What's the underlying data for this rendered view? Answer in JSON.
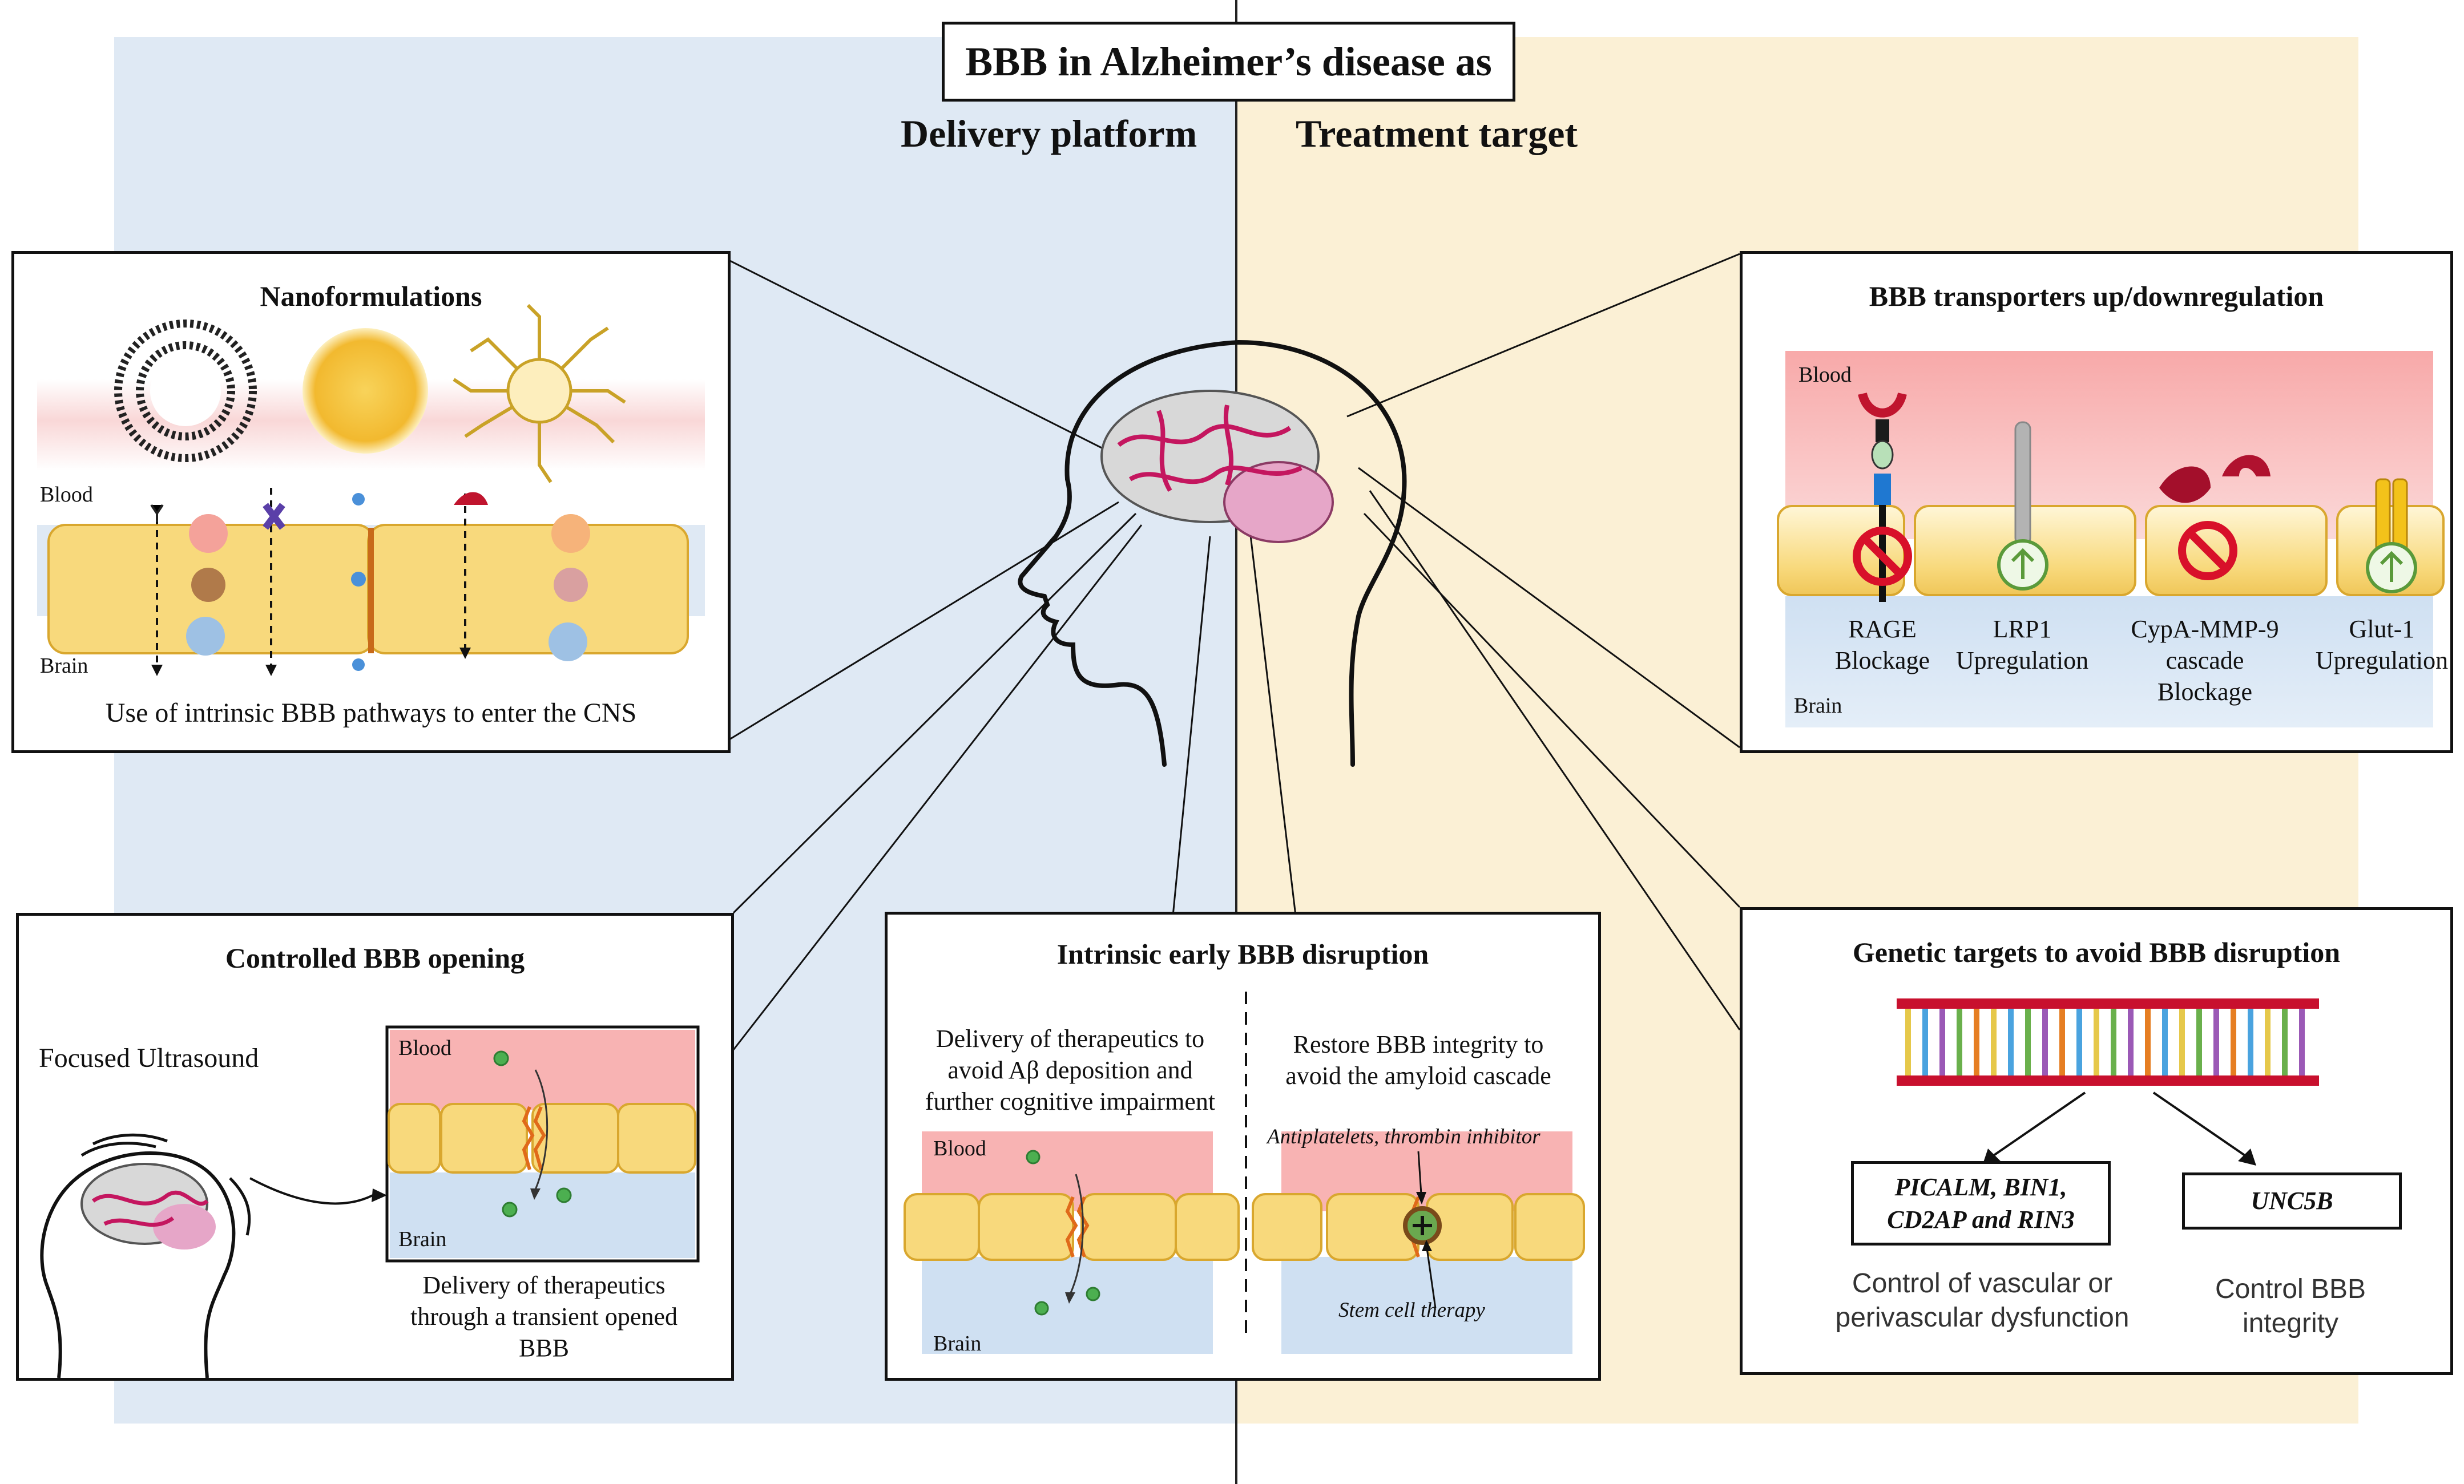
{
  "title": "BBB in Alzheimer’s disease as",
  "column_left": "Delivery platform",
  "column_right": "Treatment target",
  "colors": {
    "left_bg": "#dfe9f4",
    "right_bg": "#fbf0d5",
    "blood": "#f6a8a8",
    "brain": "#bcd3ec",
    "accent": "#c4165f"
  },
  "nano": {
    "title": "Nanoformulations",
    "blood_label": "Blood",
    "brain_label": "Brain",
    "caption": "Use of intrinsic BBB pathways to enter the CNS",
    "icons": [
      "liposome-icon",
      "solid-nanoparticle-icon",
      "dendrimer-icon"
    ]
  },
  "transporters": {
    "title": "BBB transporters up/downregulation",
    "blood_label": "Blood",
    "brain_label": "Brain",
    "items": [
      {
        "label": "RAGE\nBlockage",
        "icon": "block-icon"
      },
      {
        "label": "LRP1\nUpregulation",
        "icon": "upregulation-icon"
      },
      {
        "label": "CypA-MMP-9\ncascade\nBlockage",
        "icon": "block-icon"
      },
      {
        "label": "Glut-1\nUpregulation",
        "icon": "upregulation-icon"
      }
    ]
  },
  "opening": {
    "title": "Controlled BBB opening",
    "ultrasound": "Focused Ultrasound",
    "blood_label": "Blood",
    "brain_label": "Brain",
    "caption": "Delivery of therapeutics\nthrough a transient opened\nBBB"
  },
  "disruption": {
    "title": "Intrinsic early BBB disruption",
    "left_text": "Delivery of therapeutics to\navoid Aβ deposition and\nfurther cognitive impairment",
    "right_text": "Restore BBB integrity to\navoid the amyloid cascade",
    "blood_label": "Blood",
    "brain_label": "Brain",
    "antiplatelets": "Antiplatelets, thrombin inhibitor",
    "stem_cell": "Stem cell therapy"
  },
  "genetic": {
    "title": "Genetic targets to avoid BBB disruption",
    "genes_left_1": "PICALM, BIN1,",
    "genes_left_2": "CD2AP and RIN3",
    "genes_right": "UNC5B",
    "effect_left": "Control of vascular or\nperivascular dysfunction",
    "effect_right": "Control BBB\nintegrity"
  }
}
